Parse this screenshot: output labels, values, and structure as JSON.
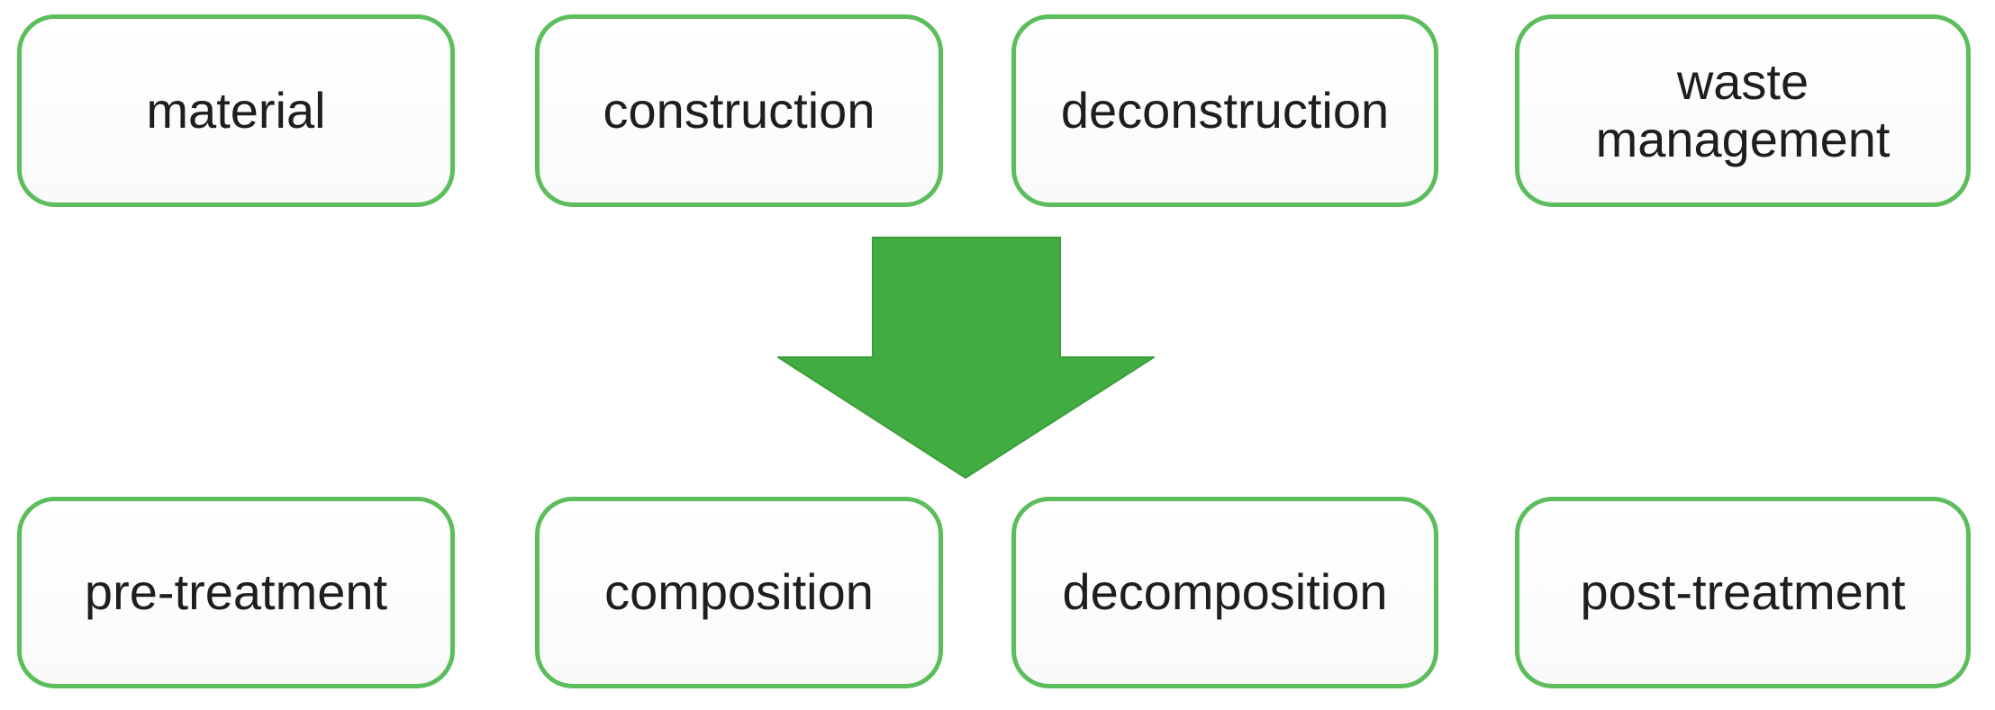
{
  "diagram": {
    "title": "construction-decomposition process diagram",
    "colors": {
      "background": "#ffffff",
      "box_border": "#5cbd5c",
      "box_fill_top": "#ffffff",
      "box_fill_bottom": "#fafafa",
      "text": "#1e1e1e",
      "arrow_fill": "#41ac41",
      "arrow_edge": "#3a9e3a"
    },
    "top_row": [
      {
        "label": "material"
      },
      {
        "label": "construction"
      },
      {
        "label": "deconstruction"
      },
      {
        "label": "waste\nmanagement"
      }
    ],
    "arrow": {
      "direction": "down"
    },
    "bottom_row": [
      {
        "label": "pre-treatment"
      },
      {
        "label": "composition"
      },
      {
        "label": "decomposition"
      },
      {
        "label": "post-treatment"
      }
    ]
  }
}
